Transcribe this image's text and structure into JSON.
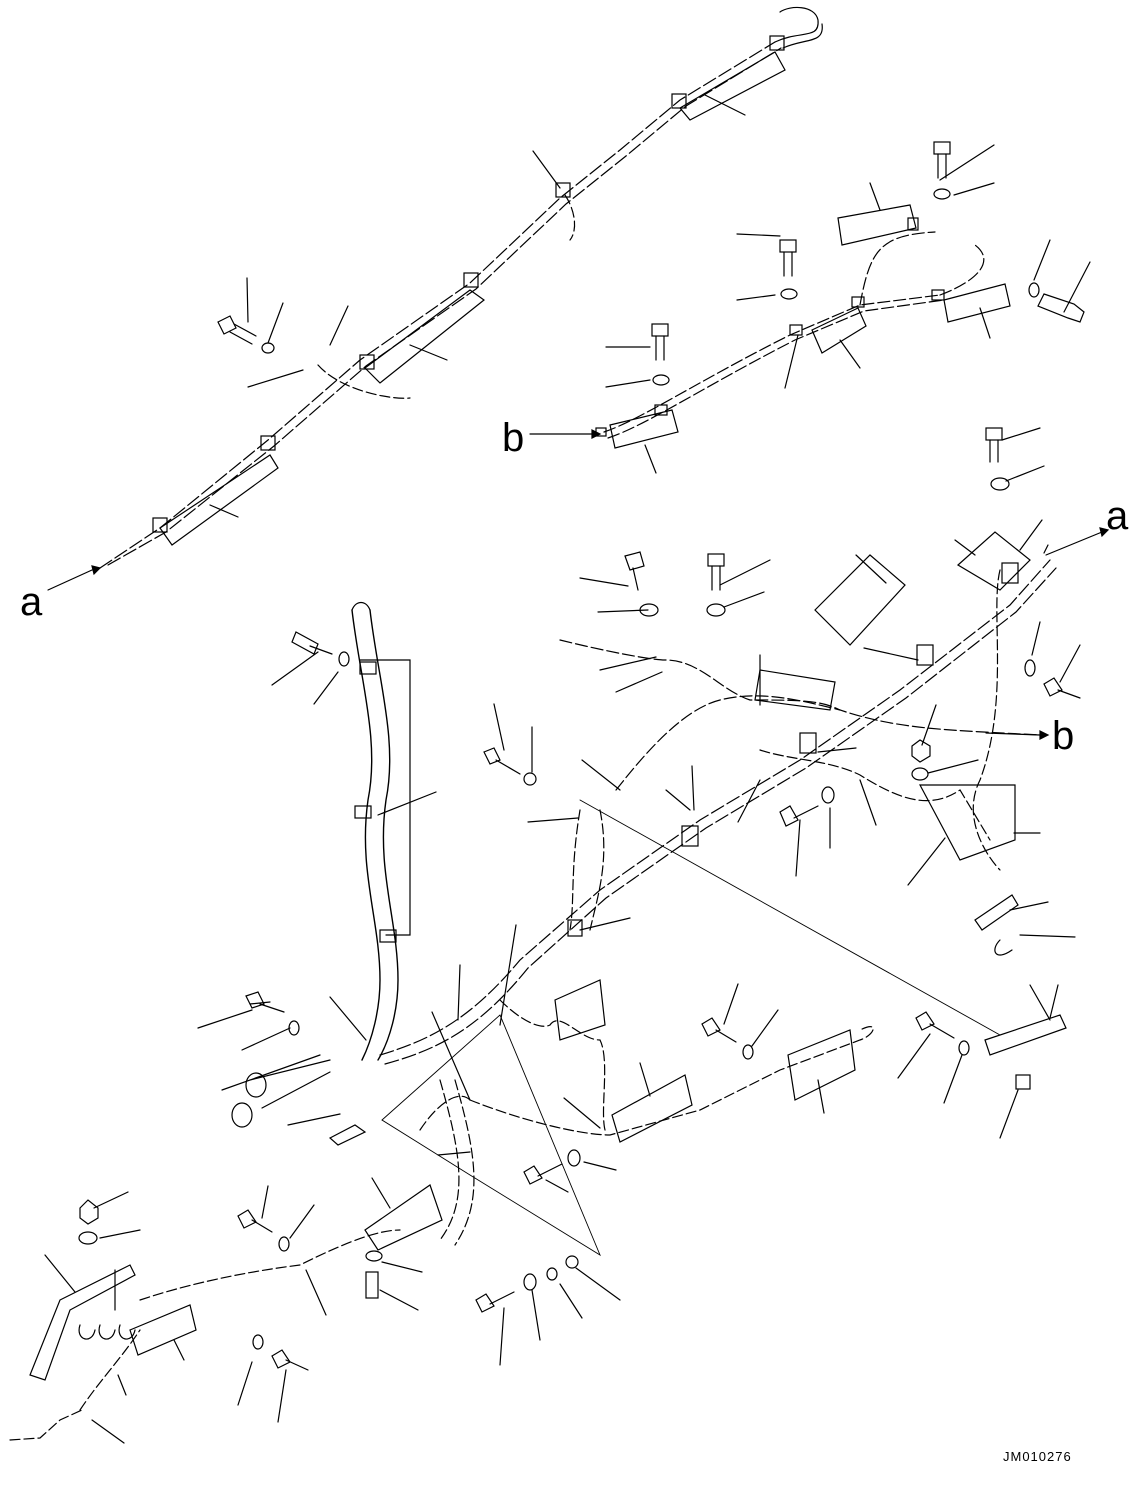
{
  "labels": {
    "a_top": "a",
    "a_left": "a",
    "b_mid": "b",
    "b_right": "b"
  },
  "drawing_code": "JM010276",
  "colors": {
    "line": "#000000",
    "background": "#ffffff"
  }
}
